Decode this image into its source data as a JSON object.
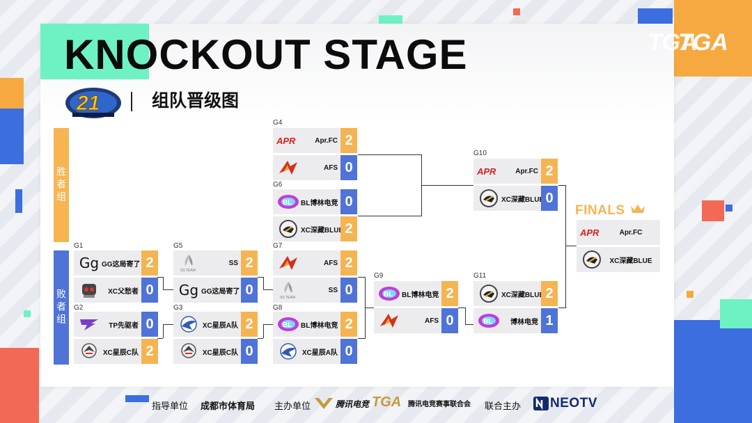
{
  "header": {
    "title": "KNOCKOUT STAGE",
    "subtitle": "组队晋级图",
    "brand_right": "TGA"
  },
  "groups": {
    "winners": "胜者组",
    "losers": "败者组"
  },
  "finals_title": "FINALS",
  "matches": {
    "G1": {
      "label": "G1",
      "teams": [
        {
          "name": "GG这局寄了",
          "score": "2",
          "logo": "gg-logo"
        },
        {
          "name": "XC父愁者",
          "score": "0",
          "logo": "xc-fuchou-logo"
        }
      ]
    },
    "G2": {
      "label": "G2",
      "teams": [
        {
          "name": "TP先驱者",
          "score": "0",
          "logo": "tp-logo"
        },
        {
          "name": "XC星辰C队",
          "score": "2",
          "logo": "xc-xingchen-logo"
        }
      ]
    },
    "G3": {
      "label": "G3",
      "teams": [
        {
          "name": "XC星辰A队",
          "score": "2",
          "logo": "bird-logo"
        },
        {
          "name": "XC星辰C队",
          "score": "0",
          "logo": "xc-xingchen-logo"
        }
      ]
    },
    "G4": {
      "label": "G4",
      "teams": [
        {
          "name": "Apr.FC",
          "score": "2",
          "logo": "apr-logo"
        },
        {
          "name": "AFS",
          "score": "0",
          "logo": "afs-logo"
        }
      ]
    },
    "G5": {
      "label": "G5",
      "teams": [
        {
          "name": "SS",
          "score": "2",
          "logo": "ss-logo"
        },
        {
          "name": "GG这局寄了",
          "score": "0",
          "logo": "gg-logo"
        }
      ]
    },
    "G6": {
      "label": "G6",
      "teams": [
        {
          "name": "BL博林电竞",
          "score": "0",
          "logo": "bl-logo"
        },
        {
          "name": "XC深藏BLUE",
          "score": "2",
          "logo": "blue-logo"
        }
      ]
    },
    "G7": {
      "label": "G7",
      "teams": [
        {
          "name": "AFS",
          "score": "2",
          "logo": "afs-logo"
        },
        {
          "name": "SS",
          "score": "0",
          "logo": "ss-logo"
        }
      ]
    },
    "G8": {
      "label": "G8",
      "teams": [
        {
          "name": "BL博林电竞",
          "score": "2",
          "logo": "bl-logo"
        },
        {
          "name": "XC星辰A队",
          "score": "0",
          "logo": "bird-logo"
        }
      ]
    },
    "G9": {
      "label": "G9",
      "teams": [
        {
          "name": "BL博林电竞",
          "score": "2",
          "logo": "bl-logo"
        },
        {
          "name": "AFS",
          "score": "0",
          "logo": "afs-logo"
        }
      ]
    },
    "G10": {
      "label": "G10",
      "teams": [
        {
          "name": "Apr.FC",
          "score": "2",
          "logo": "apr-logo"
        },
        {
          "name": "XC深藏BLUE",
          "score": "0",
          "logo": "blue-logo"
        }
      ]
    },
    "G11": {
      "label": "G11",
      "teams": [
        {
          "name": "XC深藏BLUE",
          "score": "2",
          "logo": "blue-logo"
        },
        {
          "name": "博林电竞",
          "score": "1",
          "logo": "bl-logo"
        }
      ]
    },
    "FINAL": {
      "label": "",
      "teams": [
        {
          "name": "Apr.FC",
          "score": "",
          "logo": "apr-logo"
        },
        {
          "name": "XC深藏BLUE",
          "score": "",
          "logo": "blue-logo"
        }
      ]
    }
  },
  "logos": {
    "gg_text": "Gg",
    "apr_text": "APR",
    "ss_text": "SS TEAM"
  },
  "footer": {
    "guide_label": "指导单位",
    "guide_value": "成都市体育局",
    "host_label": "主办单位",
    "host_tencent": "腾讯电竞",
    "host_tga": "TGA",
    "host_assoc": "腾讯电竞赛事联合会",
    "co_label": "联合主办",
    "co_value": "NEOTV"
  },
  "colors": {
    "win": "#f5b452",
    "lose": "#4f73d6",
    "mint": "#6ef2c4",
    "orange": "#f7a941",
    "blue": "#3c6ee0",
    "coral": "#f26a55"
  }
}
